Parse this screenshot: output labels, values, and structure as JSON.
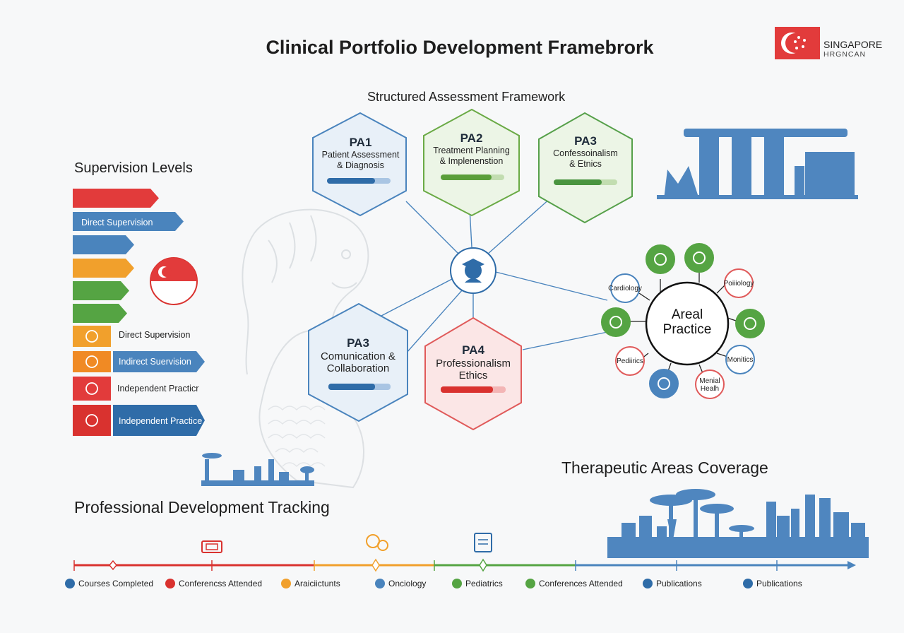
{
  "header": {
    "title": "Clinical Portfolio Development Framebrork",
    "logo_text": "SINGAPORE",
    "logo_subtext": "HRGNCAN"
  },
  "framework": {
    "title": "Structured Assessment Framework",
    "hexagons": [
      {
        "code": "PA1",
        "name_line1": "Patient Assessment",
        "name_line2": "& Diagnosis",
        "color": "#4f86bf",
        "progress": 0.75
      },
      {
        "code": "PA2",
        "name_line1": "Treatment Planning",
        "name_line2": "& Implenenstion",
        "color": "#6aaa45",
        "progress": 0.8
      },
      {
        "code": "PA3",
        "name_line1": "Confessoinalism",
        "name_line2": "& Etnics",
        "color": "#56a04a",
        "progress": 0.75
      },
      {
        "code": "PA3",
        "name_line1": "Comunication &",
        "name_line2": "Collaboration",
        "color": "#4f86bf",
        "progress": 0.75
      },
      {
        "code": "PA4",
        "name_line1": "Professionalism",
        "name_line2": "Ethics",
        "color": "#e05a5a",
        "progress": 0.8
      }
    ]
  },
  "supervision": {
    "title": "Supervision Levels",
    "top_bars": [
      {
        "label": "",
        "color": "#e23b3b"
      },
      {
        "label": "Direct Supervision",
        "color": "#4a84bd"
      },
      {
        "label": "",
        "color": "#4a84bd"
      },
      {
        "label": "",
        "color": "#f1a02c"
      },
      {
        "label": "",
        "color": "#55a443"
      },
      {
        "label": "",
        "color": "#55a443"
      }
    ],
    "levels": [
      {
        "label": "Direct Supervision",
        "color": "#f1a02c"
      },
      {
        "label": "Indirect Suervision",
        "color": "#f08a24"
      },
      {
        "label": "Independent Practicr",
        "color": "#e23b3b"
      },
      {
        "label": "Independent Practice",
        "color": "#d9322f"
      }
    ]
  },
  "therapeutic": {
    "title": "Therapeutic Areas Coverage",
    "hub": "Areal Practice",
    "areas": [
      {
        "label": "Cardiology",
        "color": "#4a84bd",
        "icon": "heart-icon"
      },
      {
        "label": "",
        "color": "#55a443",
        "icon": "people-icon"
      },
      {
        "label": "",
        "color": "#55a443",
        "icon": "doctor-icon"
      },
      {
        "label": "Poiiiology",
        "color": "#e05a5a",
        "icon": "none"
      },
      {
        "label": "",
        "color": "#55a443",
        "icon": "team-icon"
      },
      {
        "label": "Monitics",
        "color": "#4a84bd",
        "icon": "none"
      },
      {
        "label": "Menial Healh",
        "color": "#e05a5a",
        "icon": "none"
      },
      {
        "label": "",
        "color": "#4a84bd",
        "icon": "mail-icon"
      },
      {
        "label": "Pediirics",
        "color": "#e05a5a",
        "icon": "none"
      },
      {
        "label": "",
        "color": "#55a443",
        "icon": "stethoscope-icon"
      }
    ]
  },
  "tracking": {
    "title": "Professional Development Tracking",
    "legend": [
      {
        "label": "Courses Completed",
        "color": "#2f6ca8"
      },
      {
        "label": "Conferencss Attended",
        "color": "#d9322f"
      },
      {
        "label": "Araiciictunts",
        "color": "#f1a02c"
      },
      {
        "label": "Onciology",
        "color": "#4a84bd"
      },
      {
        "label": "Pediatrics",
        "color": "#55a443"
      },
      {
        "label": "Conferences Attended",
        "color": "#55a443"
      },
      {
        "label": "Publications",
        "color": "#2f6ca8"
      },
      {
        "label": "Publications",
        "color": "#2f6ca8"
      }
    ]
  }
}
